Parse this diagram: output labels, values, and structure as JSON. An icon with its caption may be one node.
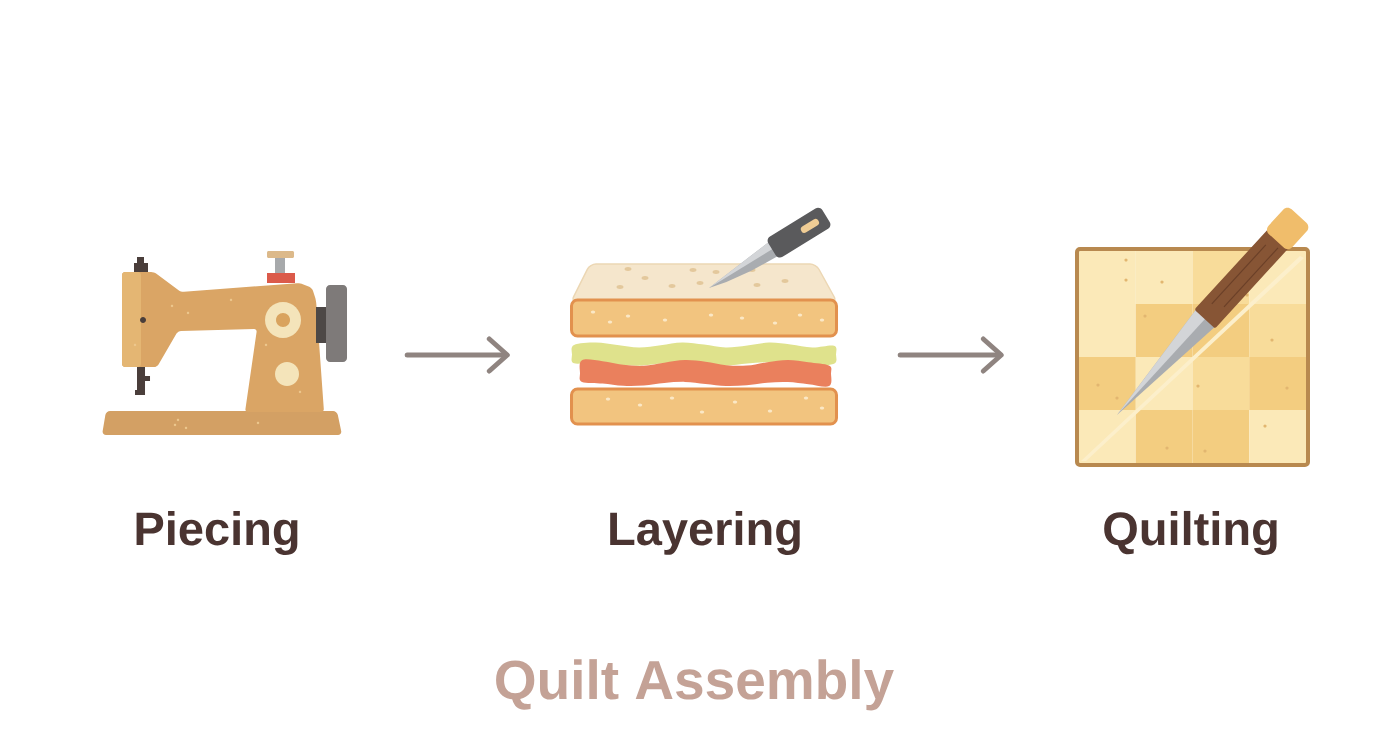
{
  "diagram": {
    "caption": "Quilt Assembly",
    "nodes": [
      {
        "text": [],
        "shape": "picture",
        "beside": [
          "Piecing"
        ]
      },
      {
        "text": [],
        "shape": "picture",
        "beside": [
          "Layering"
        ]
      },
      {
        "text": [],
        "shape": "picture",
        "beside": [
          "Quilting"
        ]
      }
    ],
    "edges": [
      {
        "from": 0,
        "to": 1,
        "arrow": "to"
      },
      {
        "from": 1,
        "to": 2,
        "arrow": "to"
      }
    ]
  }
}
